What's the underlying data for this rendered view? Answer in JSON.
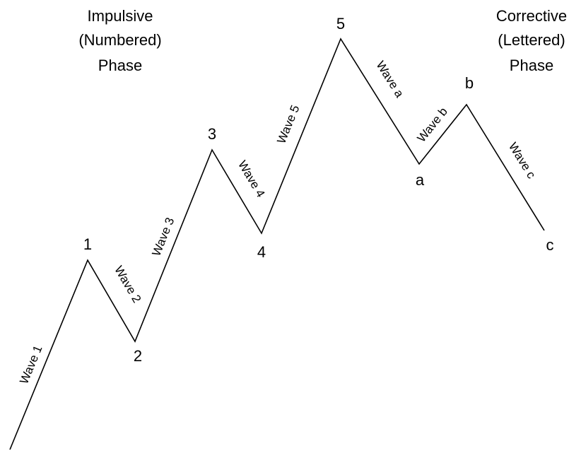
{
  "phases": {
    "impulsive": [
      "Impulsive",
      "(Numbered)",
      "Phase"
    ],
    "corrective": [
      "Corrective",
      "(Lettered)",
      "Phase"
    ]
  },
  "points": [
    "1",
    "2",
    "3",
    "4",
    "5",
    "a",
    "b",
    "c"
  ],
  "waves": [
    "Wave 1",
    "Wave 2",
    "Wave 3",
    "Wave 4",
    "Wave 5",
    "Wave a",
    "Wave b",
    "Wave c"
  ]
}
